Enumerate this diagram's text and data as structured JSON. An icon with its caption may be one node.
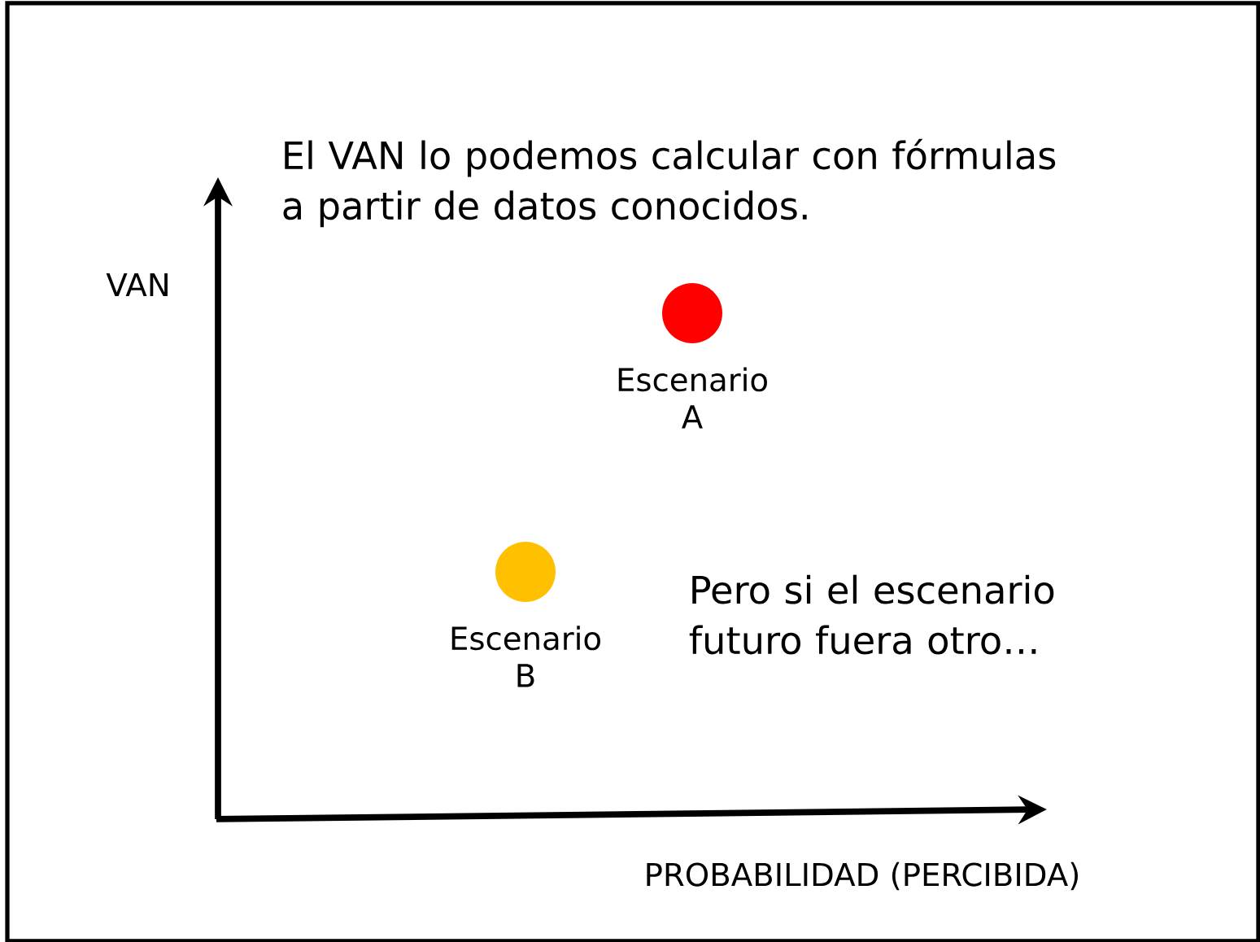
{
  "diagram": {
    "nodes": [
      {
        "text": [],
        "shape": "circle",
        "beside": [
          "Escenario A"
        ]
      },
      {
        "text": [],
        "shape": "circle",
        "beside": [
          "Escenario B"
        ]
      }
    ],
    "labels": [
      "El VAN lo podemos calcular con fórmulas a partir de datos conocidos.",
      "VAN",
      "Pero si el escenario futuro fuera otro…",
      "PROBABILIDAD (PERCIBIDA)"
    ]
  }
}
